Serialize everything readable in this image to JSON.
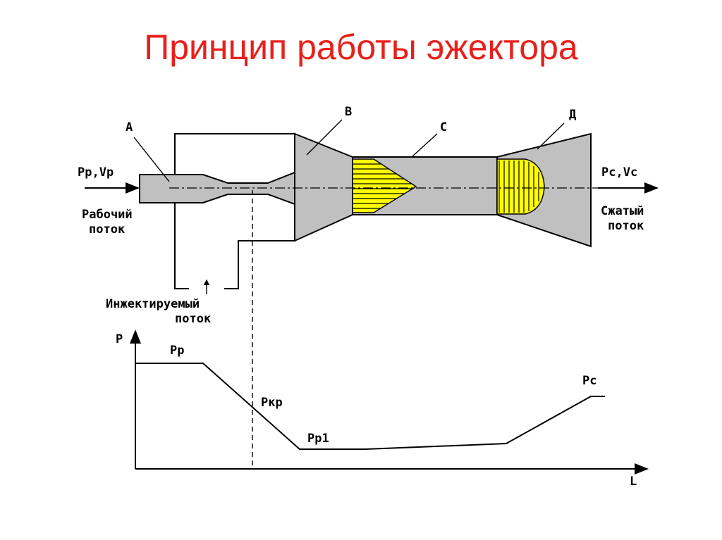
{
  "title": "Принцип работы эжектора",
  "labels": {
    "A": "А",
    "B": "В",
    "C": "С",
    "D": "Д",
    "inlet": "Pр,Vр",
    "outlet": "Pс,Vс",
    "working_flow_1": "Рабочий",
    "working_flow_2": "поток",
    "compressed_flow_1": "Сжатый",
    "compressed_flow_2": "поток",
    "injected_flow_1": "Инжектируемый",
    "injected_flow_2": "поток"
  },
  "graph": {
    "axis_y": "P",
    "axis_x": "L",
    "p_working": "Pр",
    "p_critical": "Pкр",
    "p_1": "Pр1",
    "p_compressed": "Pс"
  },
  "colors": {
    "title": "#e8201c",
    "body": "#c0c0c0",
    "profile": "#ffff00"
  }
}
